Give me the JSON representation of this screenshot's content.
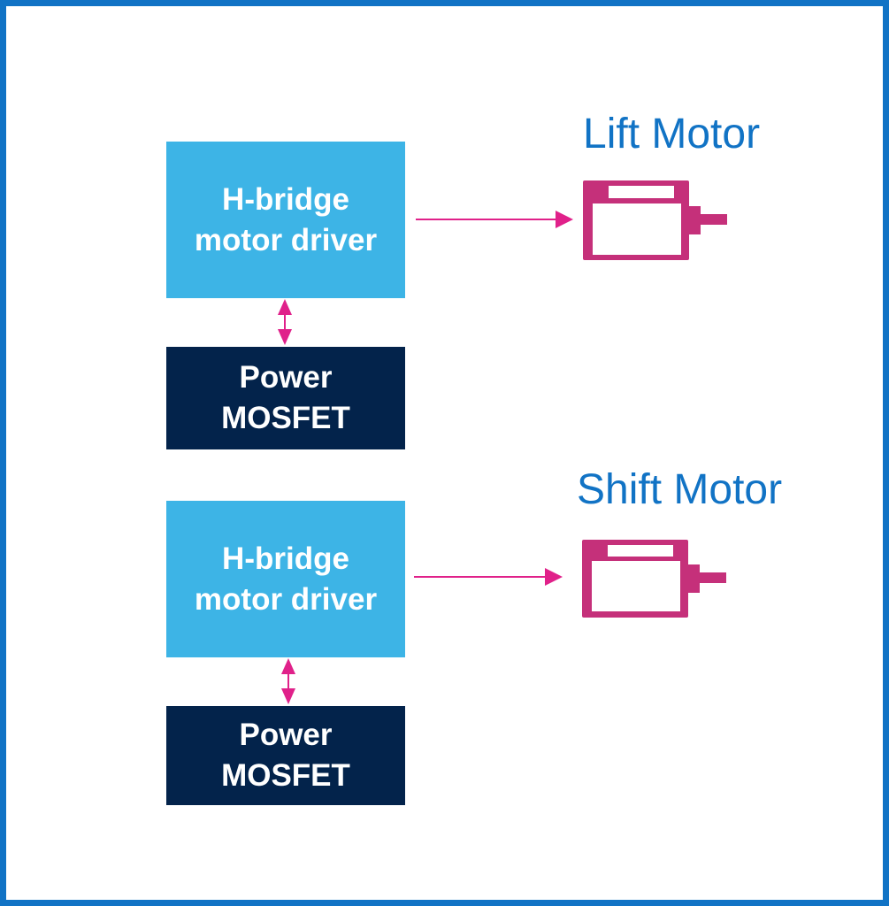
{
  "channels": [
    {
      "driver": {
        "line1": "H-bridge",
        "line2": "motor driver"
      },
      "mosfet": {
        "line1": "Power",
        "line2": "MOSFET"
      },
      "motor_label": "Lift Motor"
    },
    {
      "driver": {
        "line1": "H-bridge",
        "line2": "motor driver"
      },
      "mosfet": {
        "line1": "Power",
        "line2": "MOSFET"
      },
      "motor_label": "Shift Motor"
    }
  ],
  "colors": {
    "frame": "#1173c5",
    "driver_block": "#3db4e6",
    "mosfet_block": "#03234b",
    "motor_icon": "#c5307a",
    "arrow": "#e0218a",
    "motor_title": "#1173c5"
  }
}
